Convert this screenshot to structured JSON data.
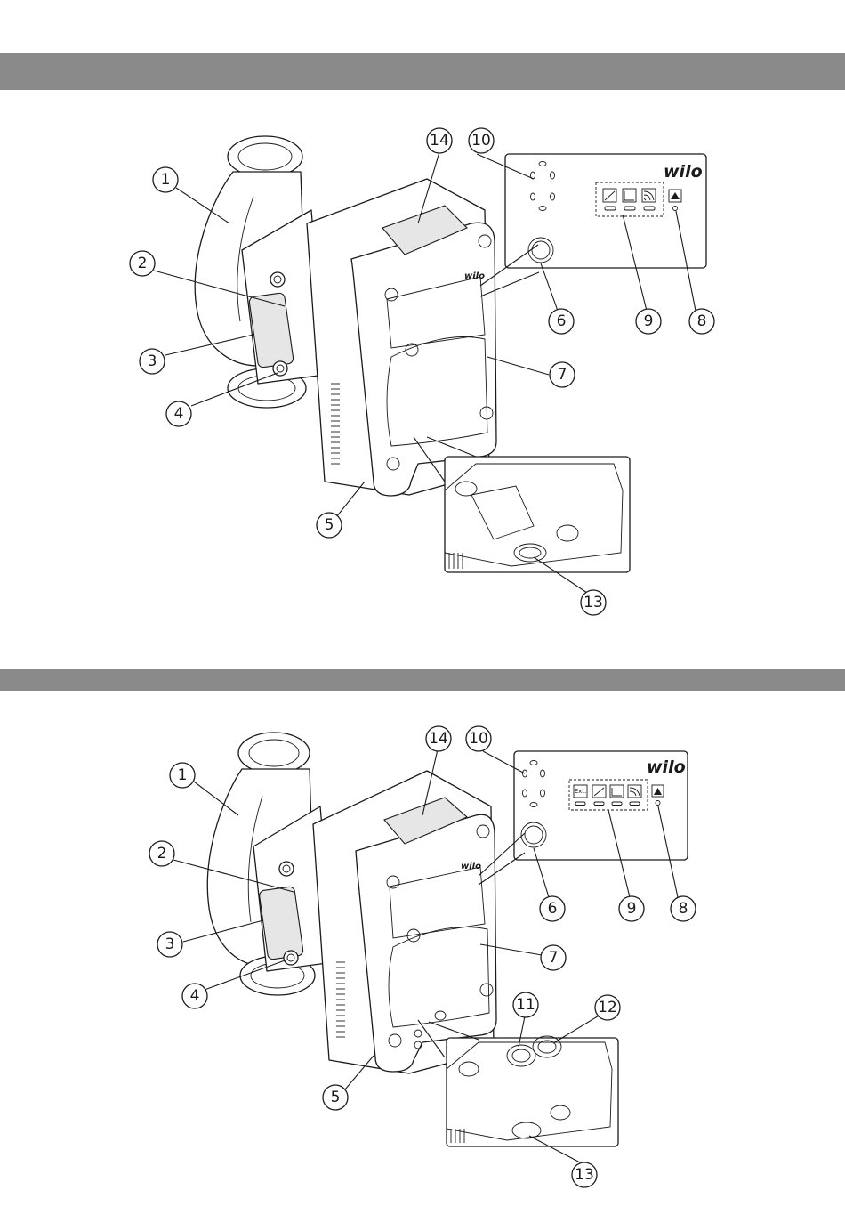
{
  "brand": "wilo",
  "ext_label": "Ext.",
  "figure_top": {
    "callouts": [
      "1",
      "2",
      "3",
      "4",
      "5",
      "6",
      "7",
      "8",
      "9",
      "10",
      "13",
      "14"
    ]
  },
  "figure_bottom": {
    "callouts": [
      "1",
      "2",
      "3",
      "4",
      "5",
      "6",
      "7",
      "8",
      "9",
      "10",
      "11",
      "12",
      "13",
      "14"
    ]
  },
  "colors": {
    "band": "#8a8a8a",
    "line": "#1a1a1a",
    "background": "#ffffff"
  }
}
